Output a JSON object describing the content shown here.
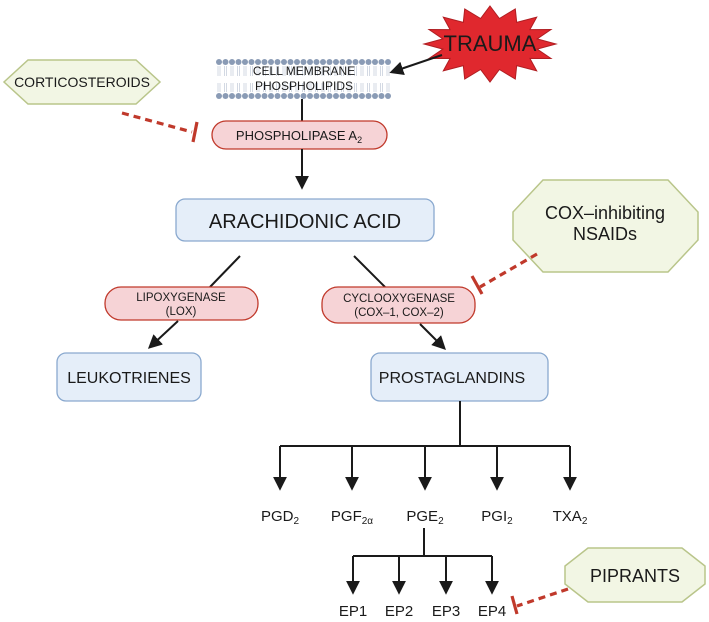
{
  "trauma": "TRAUMA",
  "membrane": {
    "line1": "CELL MEMBRANE",
    "line2": "PHOSPHOLIPIDS"
  },
  "corticosteroids": "CORTICOSTEROIDS",
  "phospholipase": {
    "text": "PHOSPHOLIPASE A",
    "sub": "2"
  },
  "arachidonic": "ARACHIDONIC ACID",
  "nsaids": {
    "line1": "COX–inhibiting",
    "line2": "NSAIDs"
  },
  "lox": {
    "line1": "LIPOXYGENASE",
    "line2": "(LOX)"
  },
  "cox": {
    "line1": "CYCLOOXYGENASE",
    "line2": "(COX–1, COX–2)"
  },
  "leukotrienes": "LEUKOTRIENES",
  "prostaglandins": "PROSTAGLANDINS",
  "prostanoids": [
    {
      "base": "PGD",
      "sub": "2"
    },
    {
      "base": "PGF",
      "sub": "2α"
    },
    {
      "base": "PGE",
      "sub": "2"
    },
    {
      "base": "PGI",
      "sub": "2"
    },
    {
      "base": "TXA",
      "sub": "2"
    }
  ],
  "receptors": [
    "EP1",
    "EP2",
    "EP3",
    "EP4"
  ],
  "piprants": "PIPRANTS",
  "colors": {
    "trauma": "#e0282e",
    "enzyme_fill": "#f6d3d6",
    "enzyme_stroke": "#c0392b",
    "product_fill": "#e5eef9",
    "product_stroke": "#8aa9cf",
    "inhibitor_fill": "#f2f6e4",
    "inhibitor_stroke": "#b9c58a",
    "membrane": "#8a9bb5"
  }
}
